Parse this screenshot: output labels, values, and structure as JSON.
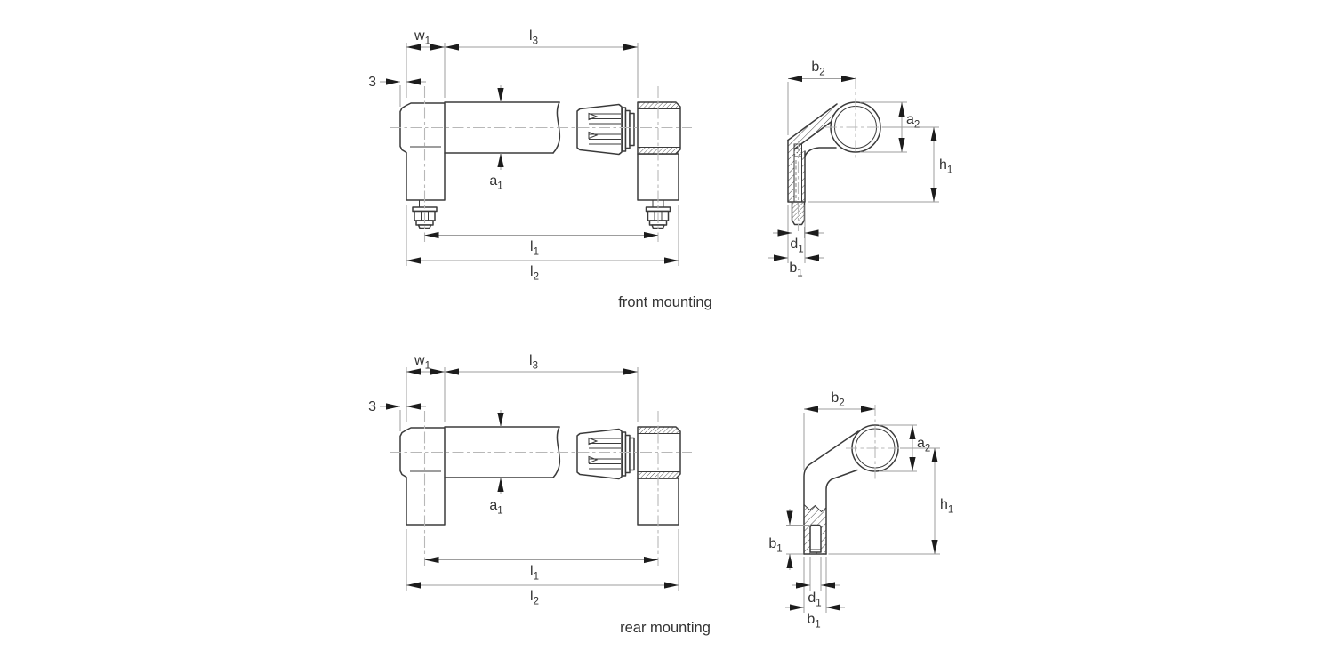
{
  "drawing": {
    "captions": {
      "front": "front mounting",
      "rear": "rear mounting"
    },
    "labels": {
      "w1": {
        "base": "w",
        "sub": "1"
      },
      "l3": {
        "base": "l",
        "sub": "3"
      },
      "three": "3",
      "a1": {
        "base": "a",
        "sub": "1"
      },
      "l1": {
        "base": "l",
        "sub": "1"
      },
      "l2": {
        "base": "l",
        "sub": "2"
      },
      "b2": {
        "base": "b",
        "sub": "2"
      },
      "a2": {
        "base": "a",
        "sub": "2"
      },
      "h1": {
        "base": "h",
        "sub": "1"
      },
      "d1": {
        "base": "d",
        "sub": "1"
      },
      "b1": {
        "base": "b",
        "sub": "1"
      }
    },
    "colors": {
      "outline": "#3b3b3b",
      "dim": "#9d9d9d",
      "center": "#b8b8b8",
      "arrow": "#1c1c1c",
      "text": "#333333",
      "hatch": "#4a4a4a",
      "bg": "#ffffff"
    }
  }
}
